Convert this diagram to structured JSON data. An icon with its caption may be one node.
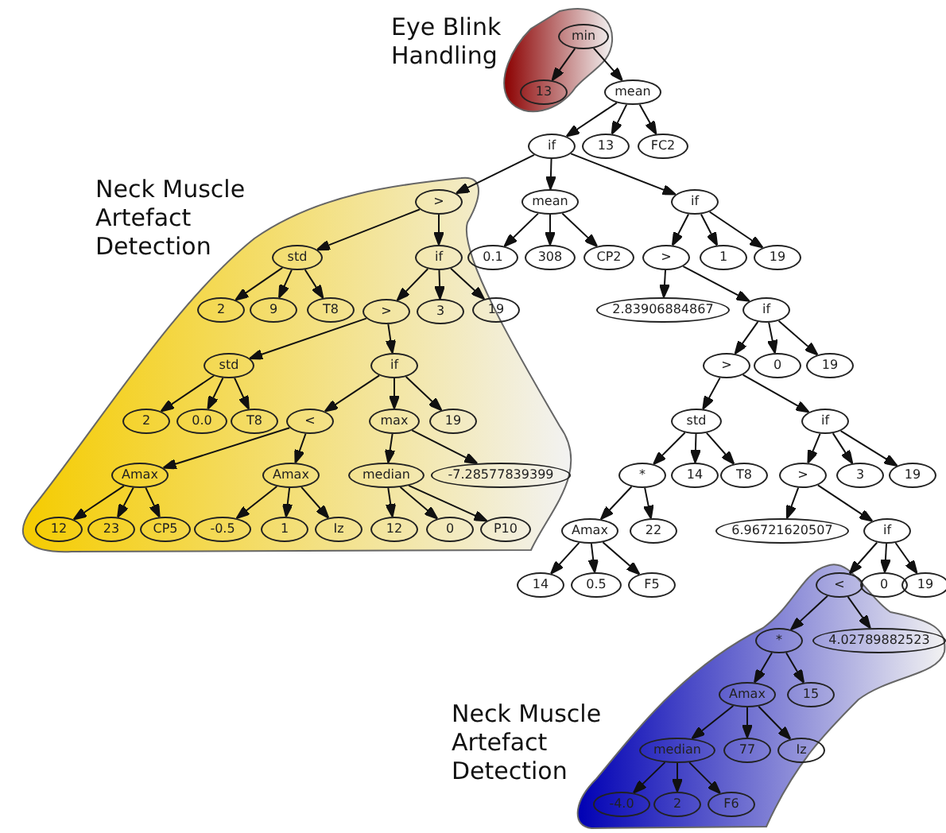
{
  "diagram": {
    "nodes": [
      {
        "text": [
          "Eye Blink Handling"
        ]
      },
      {
        "text": [
          "min"
        ],
        "in": 0
      },
      {
        "text": [
          "13"
        ],
        "in": 0
      },
      {
        "text": [
          "mean"
        ]
      },
      {
        "text": [
          "if"
        ]
      },
      {
        "text": [
          "13"
        ]
      },
      {
        "text": [
          "FC2"
        ]
      },
      {
        "text": [
          "Neck Muscle Artefact Detection"
        ]
      },
      {
        "text": [
          ">"
        ],
        "in": 7
      },
      {
        "text": [
          "mean"
        ]
      },
      {
        "text": [
          "if"
        ]
      },
      {
        "text": [
          "std"
        ],
        "in": 7
      },
      {
        "text": [
          "if"
        ],
        "in": 7
      },
      {
        "text": [
          "0.1"
        ]
      },
      {
        "text": [
          "308"
        ]
      },
      {
        "text": [
          "CP2"
        ]
      },
      {
        "text": [
          ">"
        ]
      },
      {
        "text": [
          "1"
        ]
      },
      {
        "text": [
          "19"
        ]
      },
      {
        "text": [
          "2"
        ],
        "in": 7
      },
      {
        "text": [
          "9"
        ],
        "in": 7
      },
      {
        "text": [
          "T8"
        ],
        "in": 7
      },
      {
        "text": [
          ">"
        ],
        "in": 7
      },
      {
        "text": [
          "3"
        ],
        "in": 7
      },
      {
        "text": [
          "19"
        ],
        "in": 7
      },
      {
        "text": [
          "2.83906884867"
        ]
      },
      {
        "text": [
          "if"
        ]
      },
      {
        "text": [
          "std"
        ],
        "in": 7
      },
      {
        "text": [
          "if"
        ],
        "in": 7
      },
      {
        "text": [
          ">"
        ]
      },
      {
        "text": [
          "0"
        ]
      },
      {
        "text": [
          "19"
        ]
      },
      {
        "text": [
          "2"
        ],
        "in": 7
      },
      {
        "text": [
          "0.0"
        ],
        "in": 7
      },
      {
        "text": [
          "T8"
        ],
        "in": 7
      },
      {
        "text": [
          "<"
        ],
        "in": 7
      },
      {
        "text": [
          "max"
        ],
        "in": 7
      },
      {
        "text": [
          "19"
        ],
        "in": 7
      },
      {
        "text": [
          "std"
        ]
      },
      {
        "text": [
          "if"
        ]
      },
      {
        "text": [
          "Amax"
        ],
        "in": 7
      },
      {
        "text": [
          "Amax"
        ],
        "in": 7
      },
      {
        "text": [
          "median"
        ],
        "in": 7
      },
      {
        "text": [
          "-7.28577839399"
        ],
        "in": 7
      },
      {
        "text": [
          "*"
        ]
      },
      {
        "text": [
          "14"
        ]
      },
      {
        "text": [
          "T8"
        ]
      },
      {
        "text": [
          ">"
        ]
      },
      {
        "text": [
          "3"
        ]
      },
      {
        "text": [
          "19"
        ]
      },
      {
        "text": [
          "12"
        ],
        "in": 7
      },
      {
        "text": [
          "23"
        ],
        "in": 7
      },
      {
        "text": [
          "CP5"
        ],
        "in": 7
      },
      {
        "text": [
          "-0.5"
        ],
        "in": 7
      },
      {
        "text": [
          "1"
        ],
        "in": 7
      },
      {
        "text": [
          "Iz"
        ],
        "in": 7
      },
      {
        "text": [
          "12"
        ],
        "in": 7
      },
      {
        "text": [
          "0"
        ],
        "in": 7
      },
      {
        "text": [
          "P10"
        ],
        "in": 7
      },
      {
        "text": [
          "Amax"
        ]
      },
      {
        "text": [
          "22"
        ]
      },
      {
        "text": [
          "6.96721620507"
        ]
      },
      {
        "text": [
          "if"
        ]
      },
      {
        "text": [
          "14"
        ]
      },
      {
        "text": [
          "0.5"
        ]
      },
      {
        "text": [
          "F5"
        ]
      },
      {
        "text": [
          "Neck Muscle Artefact Detection"
        ]
      },
      {
        "text": [
          "<"
        ],
        "in": 66
      },
      {
        "text": [
          "0"
        ]
      },
      {
        "text": [
          "19"
        ]
      },
      {
        "text": [
          "*"
        ],
        "in": 66
      },
      {
        "text": [
          "4.02789882523"
        ],
        "in": 66
      },
      {
        "text": [
          "Amax"
        ],
        "in": 66
      },
      {
        "text": [
          "15"
        ],
        "in": 66
      },
      {
        "text": [
          "median"
        ],
        "in": 66
      },
      {
        "text": [
          "77"
        ],
        "in": 66
      },
      {
        "text": [
          "Iz"
        ],
        "in": 66
      },
      {
        "text": [
          "-4.0"
        ],
        "in": 66
      },
      {
        "text": [
          "2"
        ],
        "in": 66
      },
      {
        "text": [
          "F6"
        ],
        "in": 66
      }
    ],
    "edges": [
      {
        "from": 1,
        "to": 2,
        "arrow": "to"
      },
      {
        "from": 1,
        "to": 3,
        "arrow": "to"
      },
      {
        "from": 3,
        "to": 4,
        "arrow": "to"
      },
      {
        "from": 3,
        "to": 5,
        "arrow": "to"
      },
      {
        "from": 3,
        "to": 6,
        "arrow": "to"
      },
      {
        "from": 4,
        "to": 8,
        "arrow": "to"
      },
      {
        "from": 4,
        "to": 9,
        "arrow": "to"
      },
      {
        "from": 4,
        "to": 10,
        "arrow": "to"
      },
      {
        "from": 8,
        "to": 11,
        "arrow": "to"
      },
      {
        "from": 8,
        "to": 12,
        "arrow": "to"
      },
      {
        "from": 9,
        "to": 13,
        "arrow": "to"
      },
      {
        "from": 9,
        "to": 14,
        "arrow": "to"
      },
      {
        "from": 9,
        "to": 15,
        "arrow": "to"
      },
      {
        "from": 10,
        "to": 16,
        "arrow": "to"
      },
      {
        "from": 10,
        "to": 17,
        "arrow": "to"
      },
      {
        "from": 10,
        "to": 18,
        "arrow": "to"
      },
      {
        "from": 11,
        "to": 19,
        "arrow": "to"
      },
      {
        "from": 11,
        "to": 20,
        "arrow": "to"
      },
      {
        "from": 11,
        "to": 21,
        "arrow": "to"
      },
      {
        "from": 12,
        "to": 22,
        "arrow": "to"
      },
      {
        "from": 12,
        "to": 23,
        "arrow": "to"
      },
      {
        "from": 12,
        "to": 24,
        "arrow": "to"
      },
      {
        "from": 16,
        "to": 25,
        "arrow": "to"
      },
      {
        "from": 16,
        "to": 26,
        "arrow": "to"
      },
      {
        "from": 22,
        "to": 27,
        "arrow": "to"
      },
      {
        "from": 22,
        "to": 28,
        "arrow": "to"
      },
      {
        "from": 26,
        "to": 29,
        "arrow": "to"
      },
      {
        "from": 26,
        "to": 30,
        "arrow": "to"
      },
      {
        "from": 26,
        "to": 31,
        "arrow": "to"
      },
      {
        "from": 27,
        "to": 32,
        "arrow": "to"
      },
      {
        "from": 27,
        "to": 33,
        "arrow": "to"
      },
      {
        "from": 27,
        "to": 34,
        "arrow": "to"
      },
      {
        "from": 28,
        "to": 35,
        "arrow": "to"
      },
      {
        "from": 28,
        "to": 36,
        "arrow": "to"
      },
      {
        "from": 28,
        "to": 37,
        "arrow": "to"
      },
      {
        "from": 29,
        "to": 38,
        "arrow": "to"
      },
      {
        "from": 29,
        "to": 39,
        "arrow": "to"
      },
      {
        "from": 35,
        "to": 40,
        "arrow": "to"
      },
      {
        "from": 35,
        "to": 41,
        "arrow": "to"
      },
      {
        "from": 36,
        "to": 42,
        "arrow": "to"
      },
      {
        "from": 36,
        "to": 43,
        "arrow": "to"
      },
      {
        "from": 38,
        "to": 44,
        "arrow": "to"
      },
      {
        "from": 38,
        "to": 45,
        "arrow": "to"
      },
      {
        "from": 38,
        "to": 46,
        "arrow": "to"
      },
      {
        "from": 39,
        "to": 47,
        "arrow": "to"
      },
      {
        "from": 39,
        "to": 48,
        "arrow": "to"
      },
      {
        "from": 39,
        "to": 49,
        "arrow": "to"
      },
      {
        "from": 40,
        "to": 50,
        "arrow": "to"
      },
      {
        "from": 40,
        "to": 51,
        "arrow": "to"
      },
      {
        "from": 40,
        "to": 52,
        "arrow": "to"
      },
      {
        "from": 41,
        "to": 53,
        "arrow": "to"
      },
      {
        "from": 41,
        "to": 54,
        "arrow": "to"
      },
      {
        "from": 41,
        "to": 55,
        "arrow": "to"
      },
      {
        "from": 42,
        "to": 56,
        "arrow": "to"
      },
      {
        "from": 42,
        "to": 57,
        "arrow": "to"
      },
      {
        "from": 42,
        "to": 58,
        "arrow": "to"
      },
      {
        "from": 44,
        "to": 59,
        "arrow": "to"
      },
      {
        "from": 44,
        "to": 60,
        "arrow": "to"
      },
      {
        "from": 47,
        "to": 61,
        "arrow": "to"
      },
      {
        "from": 47,
        "to": 62,
        "arrow": "to"
      },
      {
        "from": 59,
        "to": 63,
        "arrow": "to"
      },
      {
        "from": 59,
        "to": 64,
        "arrow": "to"
      },
      {
        "from": 59,
        "to": 65,
        "arrow": "to"
      },
      {
        "from": 62,
        "to": 67,
        "arrow": "to"
      },
      {
        "from": 62,
        "to": 68,
        "arrow": "to"
      },
      {
        "from": 62,
        "to": 69,
        "arrow": "to"
      },
      {
        "from": 67,
        "to": 70,
        "arrow": "to"
      },
      {
        "from": 67,
        "to": 71,
        "arrow": "to"
      },
      {
        "from": 70,
        "to": 72,
        "arrow": "to"
      },
      {
        "from": 70,
        "to": 73,
        "arrow": "to"
      },
      {
        "from": 72,
        "to": 74,
        "arrow": "to"
      },
      {
        "from": 72,
        "to": 75,
        "arrow": "to"
      },
      {
        "from": 72,
        "to": 76,
        "arrow": "to"
      },
      {
        "from": 74,
        "to": 77,
        "arrow": "to"
      },
      {
        "from": 74,
        "to": 78,
        "arrow": "to"
      },
      {
        "from": 74,
        "to": 79,
        "arrow": "to"
      }
    ]
  }
}
